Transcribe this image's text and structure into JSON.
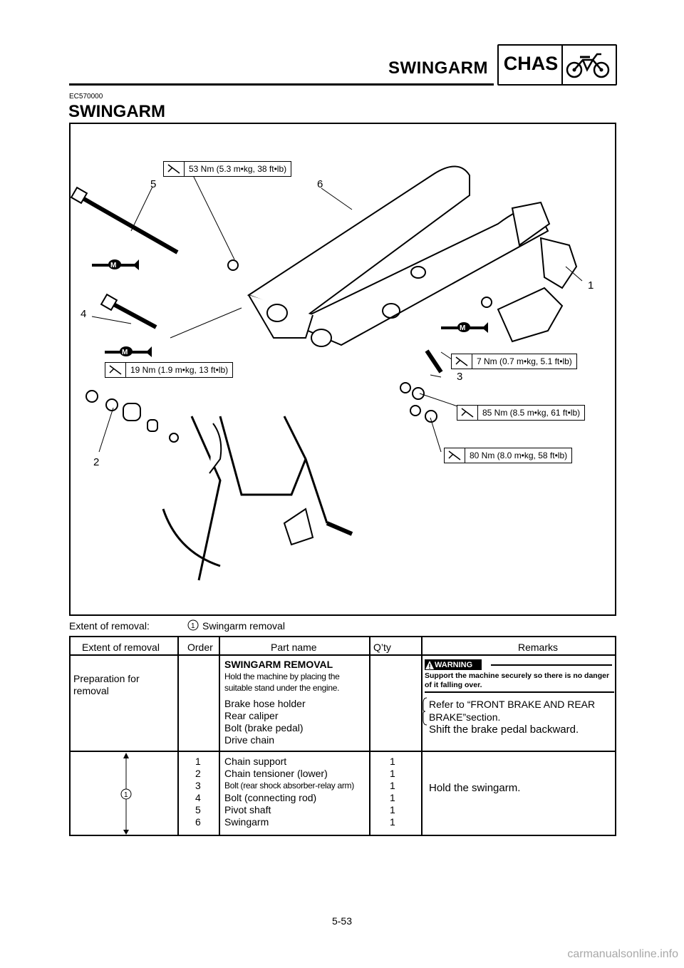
{
  "header": {
    "title": "SWINGARM",
    "section_tag": "CHAS",
    "icon": "motorcycle-icon"
  },
  "doc_code": "EC570000",
  "section_title": "SWINGARM",
  "figure": {
    "torque_specs": [
      "53 Nm (5.3 m•kg, 38 ft•lb)",
      "19 Nm (1.9 m•kg, 13 ft•lb)",
      "7 Nm (0.7 m•kg, 5.1 ft•lb)",
      "85 Nm (8.5 m•kg, 61 ft•lb)",
      "80 Nm (8.0 m•kg, 58 ft•lb)"
    ],
    "part_labels": [
      "5",
      "6",
      "1",
      "4",
      "3",
      "2"
    ],
    "grease_mark": "M"
  },
  "extent": {
    "label": "Extent of removal:",
    "marker": "1",
    "name": "Swingarm removal"
  },
  "table": {
    "headers": [
      "Extent of removal",
      "Order",
      "Part name",
      "Q’ty",
      "Remarks"
    ],
    "prep": {
      "extent": "Preparation for removal",
      "heading": "SWINGARM REMOVAL",
      "note": "Hold the machine by placing the suitable stand under the engine.",
      "parts": [
        "Brake hose holder",
        "Rear caliper",
        "Bolt (brake pedal)",
        "Drive chain"
      ],
      "warning_label": "WARNING",
      "warning_text": "Support the machine securely so there is no danger of it falling over.",
      "refer_text": "Refer to “FRONT BRAKE AND REAR BRAKE”section.",
      "pedal_text": "Shift the brake pedal backward."
    },
    "removal": {
      "marker": "1",
      "rows": [
        {
          "order": "1",
          "part": "Chain support",
          "qty": "1"
        },
        {
          "order": "2",
          "part": "Chain tensioner (lower)",
          "qty": "1"
        },
        {
          "order": "3",
          "part": "Bolt (rear shock absorber-relay arm)",
          "qty": "1"
        },
        {
          "order": "4",
          "part": "Bolt (connecting rod)",
          "qty": "1"
        },
        {
          "order": "5",
          "part": "Pivot shaft",
          "qty": "1"
        },
        {
          "order": "6",
          "part": "Swingarm",
          "qty": "1"
        }
      ],
      "remark": "Hold the swingarm."
    }
  },
  "page_number": "5-53",
  "watermark": "carmanualsonline.info"
}
